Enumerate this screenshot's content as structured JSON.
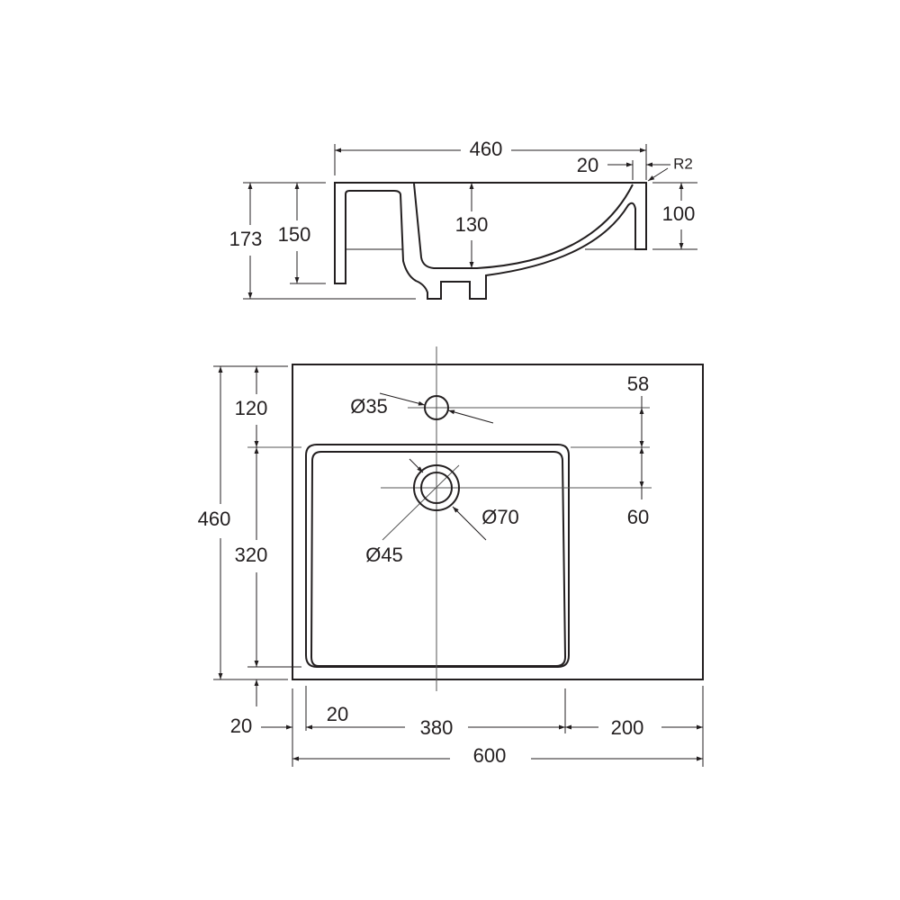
{
  "side_view": {
    "dims": {
      "depth": "460",
      "rim": "20",
      "radius": "R2",
      "total_height": "173",
      "body_height": "150",
      "bowl_depth": "130",
      "front_height": "100"
    }
  },
  "plan_view": {
    "dims": {
      "depth": "460",
      "back_to_basin": "120",
      "basin_depth": "320",
      "front_margin": "20",
      "side_margin": "20",
      "basin_width": "380",
      "deck_width": "200",
      "total_width": "600",
      "tap_offset": "58",
      "drain_offset": "60",
      "tap_hole": "Ø35",
      "drain_outer": "Ø70",
      "drain_inner": "Ø45"
    }
  }
}
